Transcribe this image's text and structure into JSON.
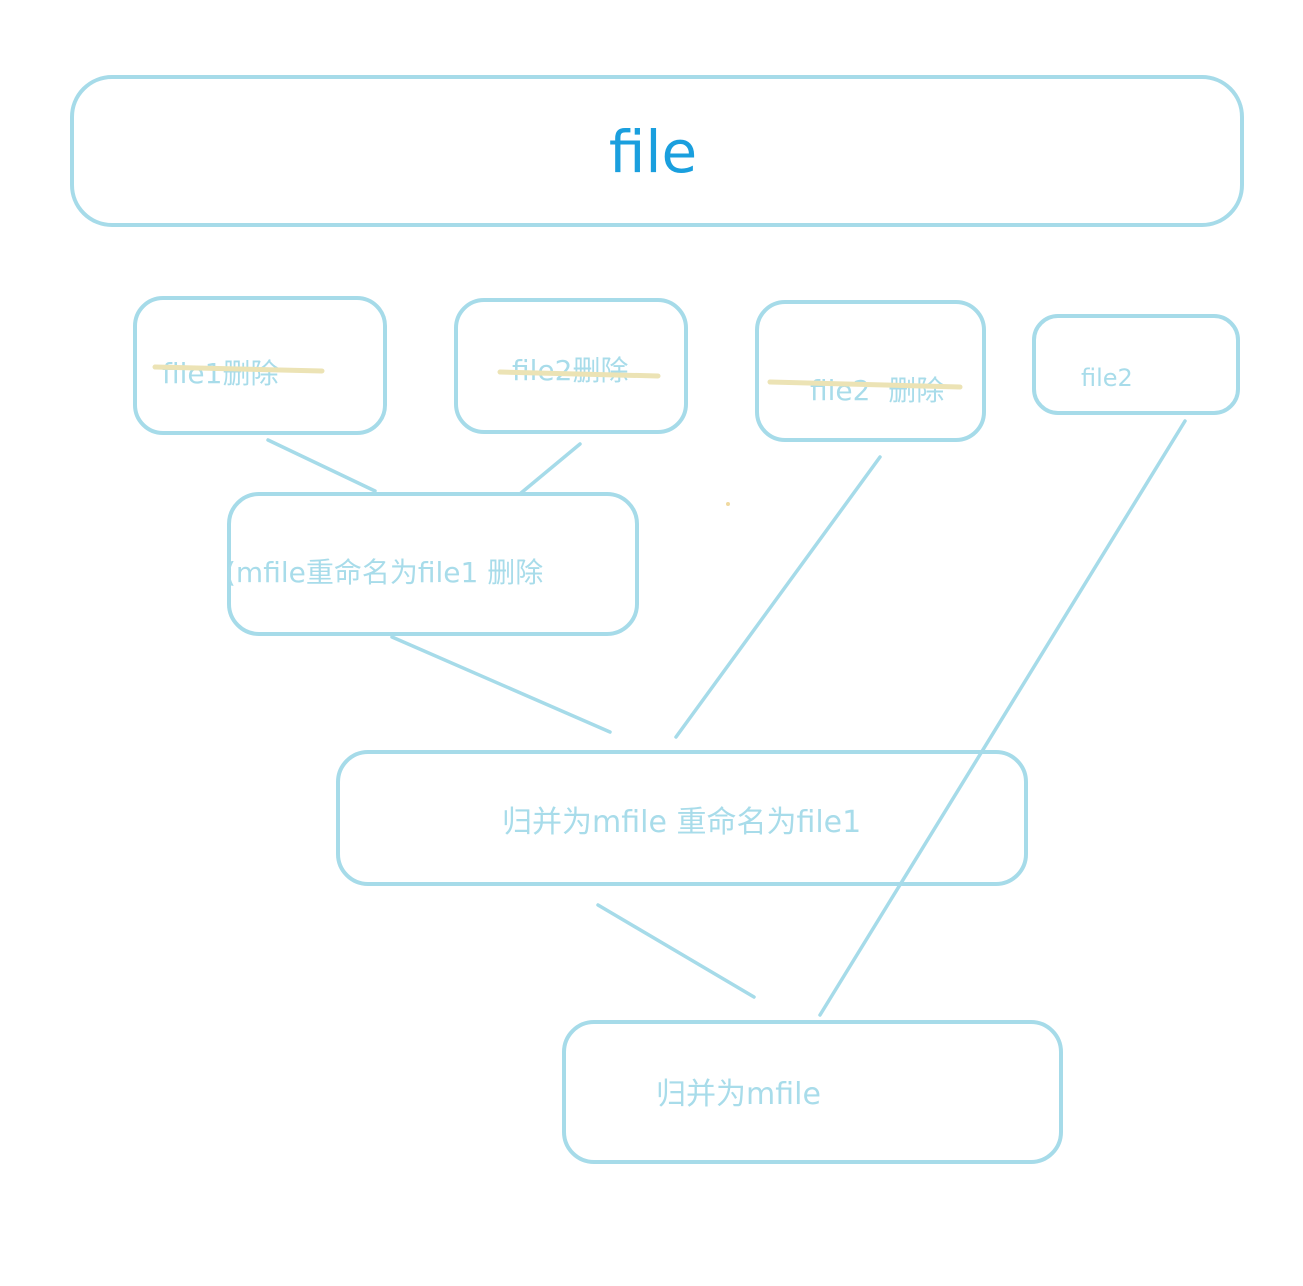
{
  "diagram": {
    "root": {
      "label": "file"
    },
    "nodes": {
      "file1_deleted": {
        "label": "file1删除",
        "struck": true
      },
      "file2_deleted_a": {
        "label": "file2删除",
        "struck": true
      },
      "file2_deleted_b": {
        "label": "file2  删除",
        "struck": true
      },
      "file2": {
        "label": "file2"
      },
      "rename_delete": {
        "label": "(mfile重命名为file1 删除"
      },
      "merge_rename": {
        "label": "归并为mfile 重命名为file1"
      },
      "merge": {
        "label": "归并为mfile"
      }
    },
    "colors": {
      "outline": "#a6dbe9",
      "label_text": "#a8dcea",
      "title_text": "#1a9fde",
      "strike": "#ece3b5"
    }
  }
}
